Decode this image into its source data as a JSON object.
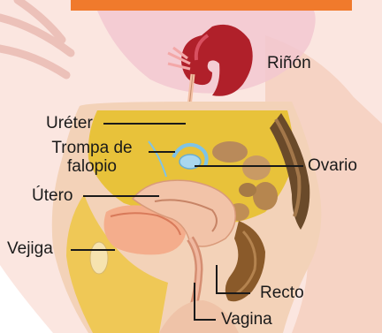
{
  "labels": {
    "kidney": "Riñón",
    "ureter": "Uréter",
    "fallopian_tube_line1": "Trompa de",
    "fallopian_tube_line2": "falopio",
    "ovary": "Ovario",
    "uterus": "Útero",
    "bladder": "Vejiga",
    "rectum": "Recto",
    "vagina": "Vagina"
  },
  "colors": {
    "header_bar": "#f07a2c",
    "leader_line": "#1a1a1a",
    "kidney": "#b0202a",
    "skin": "#f3d2b8",
    "uterus": "#f2c3a8",
    "ovary_tube_blue": "#7fc3e6",
    "pelvic_fat": "#e8c23a",
    "rectum": "#8a5a2a",
    "bladder": "#d87a5a"
  }
}
